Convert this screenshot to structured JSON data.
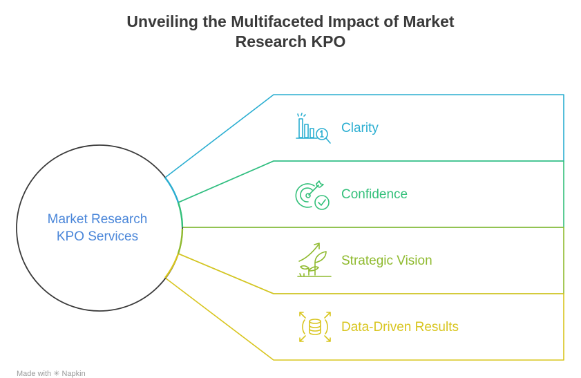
{
  "title": {
    "line1": "Unveiling the Multifaceted Impact of Market",
    "line2": "Research KPO"
  },
  "center": {
    "line1": "Market Research",
    "line2": "KPO Services",
    "color": "#4a86d9"
  },
  "items": [
    {
      "label": "Clarity",
      "icon": "chart-magnifier-icon",
      "color": "#2aaed1"
    },
    {
      "label": "Confidence",
      "icon": "target-check-icon",
      "color": "#33c07a"
    },
    {
      "label": "Strategic Vision",
      "icon": "growing-plant-icon",
      "color": "#8fba2e"
    },
    {
      "label": "Data-Driven Results",
      "icon": "database-arrows-icon",
      "color": "#d8c51e"
    }
  ],
  "watermark": "Made with ✳ Napkin"
}
